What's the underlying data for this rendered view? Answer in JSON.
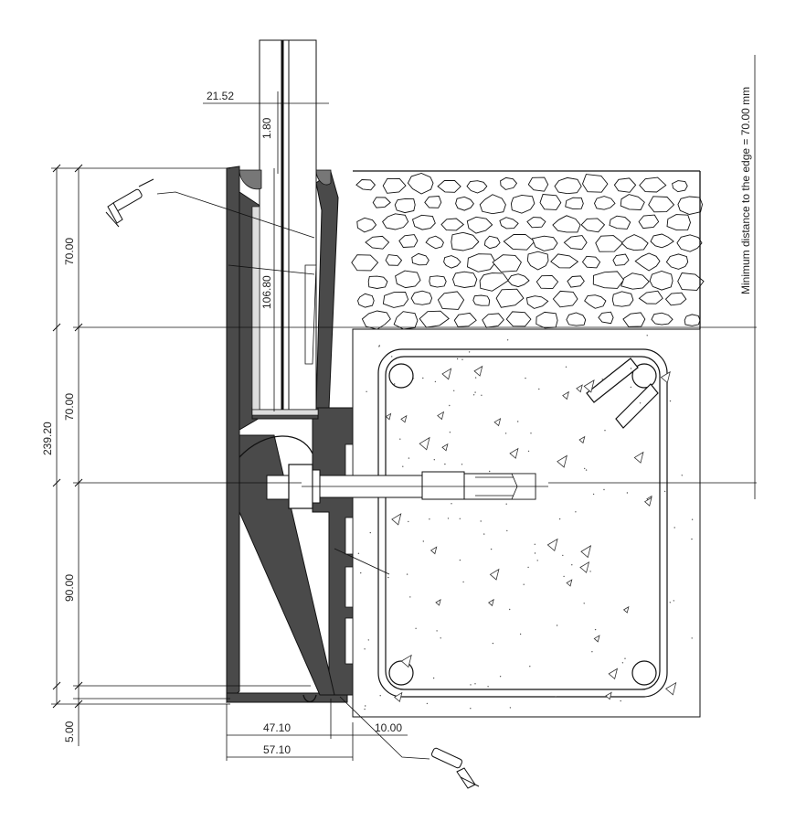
{
  "dimensions": {
    "glass_offset": "21.52",
    "gasket_gap": "1.80",
    "glass_depth": "106.80",
    "top_zone": "70.00",
    "middle_zone": "70.00",
    "lower_zone": "90.00",
    "total_height": "239.20",
    "base_thickness": "5.00",
    "inner_width": "47.10",
    "outer_width": "57.10",
    "edge_gap": "10.00"
  },
  "edge_note": "Minimum distance to the edge = 70.00 mm"
}
